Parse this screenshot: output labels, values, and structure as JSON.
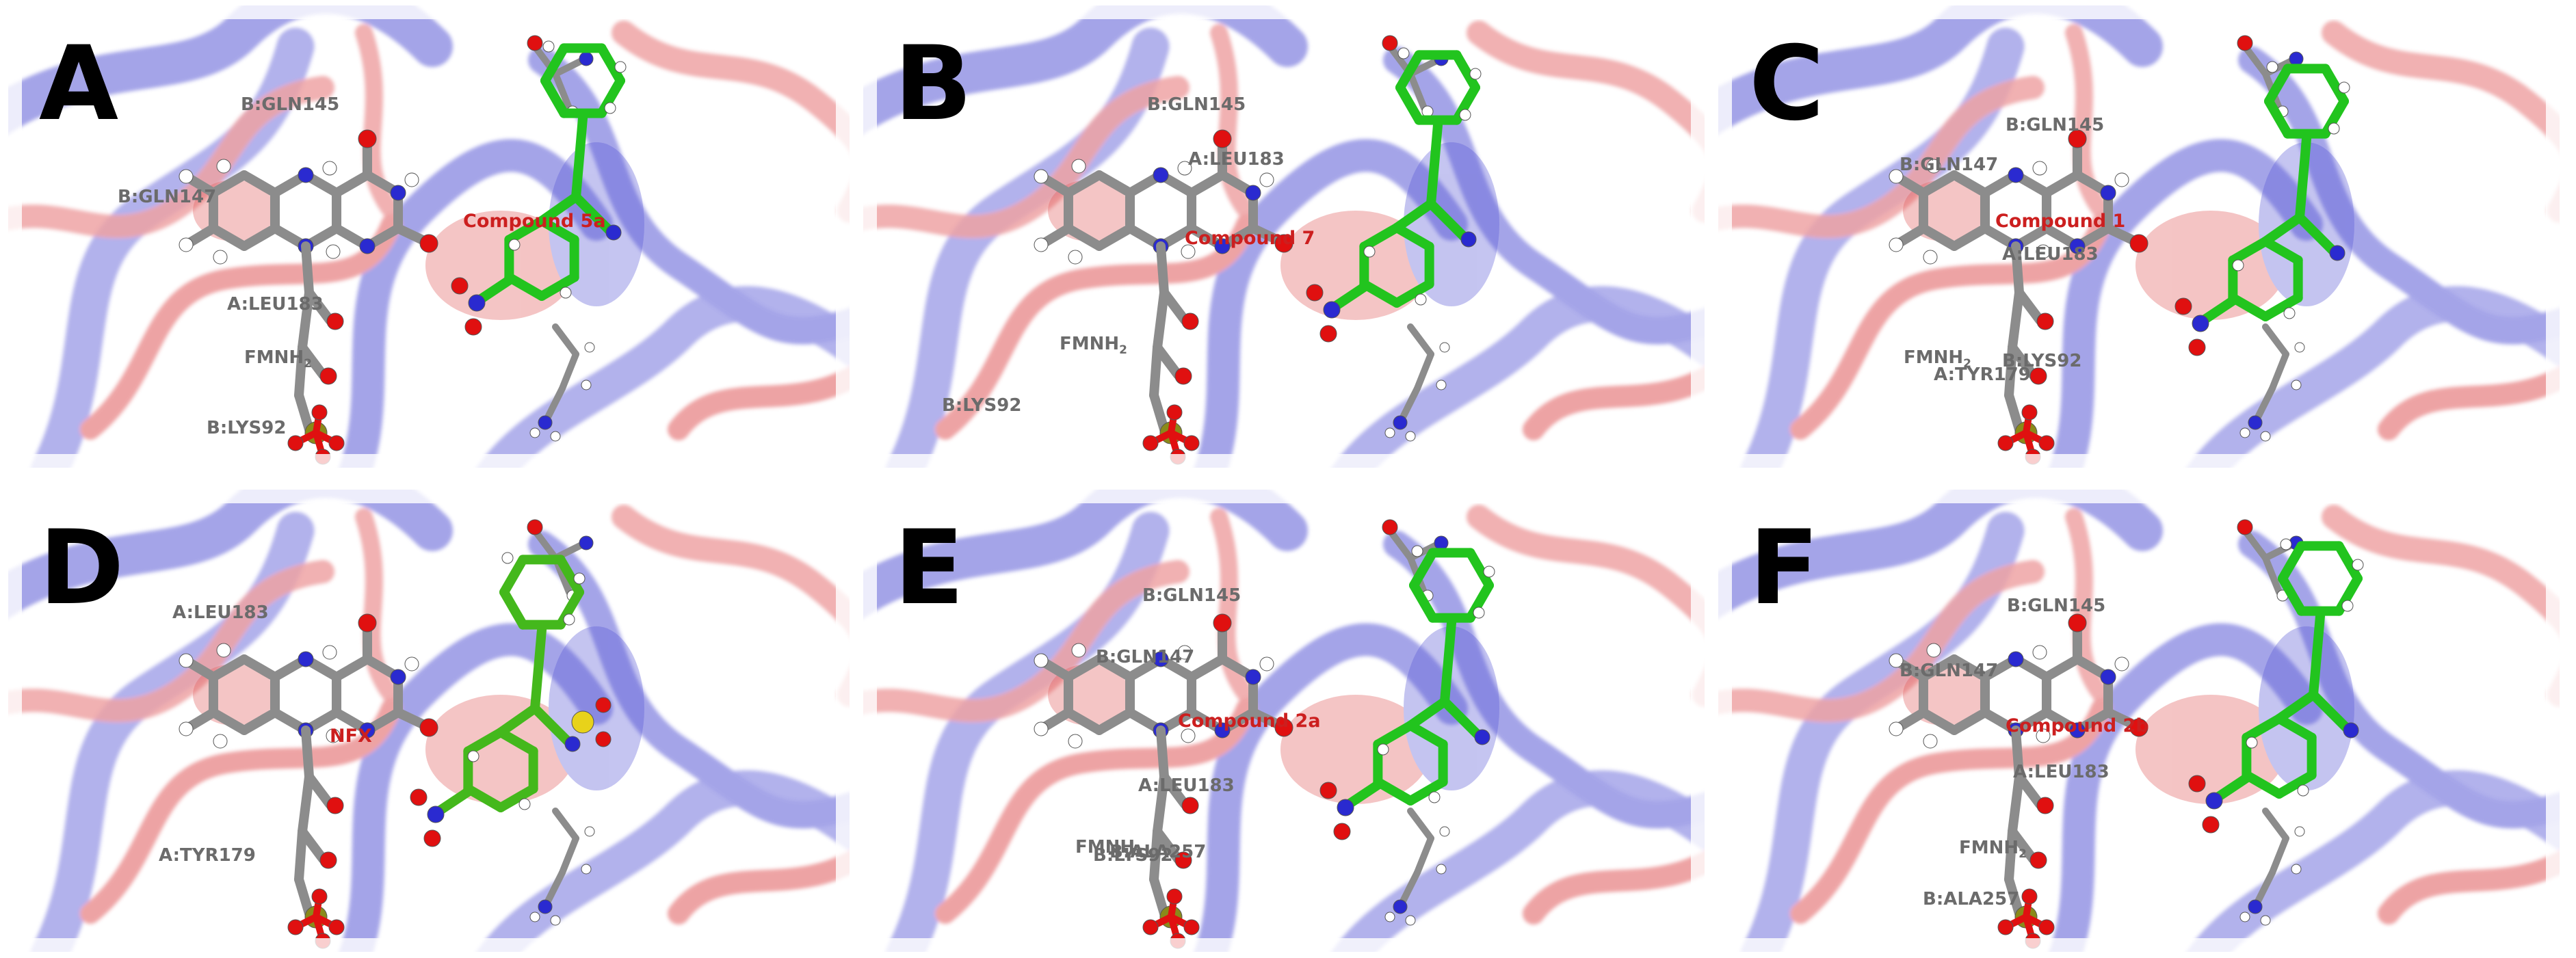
{
  "figure": {
    "panels": [
      {
        "letter": "A",
        "labels": [
          {
            "text": "B:GLN145",
            "kind": "residue"
          },
          {
            "text": "B:GLN147",
            "kind": "residue"
          },
          {
            "text": "Compound 5a",
            "kind": "compound"
          },
          {
            "text": "A:LEU183",
            "kind": "residue"
          },
          {
            "text": "FMNH2",
            "kind": "cofactor"
          },
          {
            "text": "B:LYS92",
            "kind": "residue"
          }
        ]
      },
      {
        "letter": "B",
        "labels": [
          {
            "text": "B:GLN145",
            "kind": "residue"
          },
          {
            "text": "A:LEU183",
            "kind": "residue"
          },
          {
            "text": "Compound 7",
            "kind": "compound"
          },
          {
            "text": "FMNH2",
            "kind": "cofactor"
          },
          {
            "text": "B:LYS92",
            "kind": "residue"
          }
        ]
      },
      {
        "letter": "C",
        "labels": [
          {
            "text": "B:GLN145",
            "kind": "residue"
          },
          {
            "text": "B:GLN147",
            "kind": "residue"
          },
          {
            "text": "Compound 1",
            "kind": "compound"
          },
          {
            "text": "A:LEU183",
            "kind": "residue"
          },
          {
            "text": "FMNH2",
            "kind": "cofactor"
          },
          {
            "text": "B:LYS92",
            "kind": "residue"
          },
          {
            "text": "A:TYR179",
            "kind": "residue"
          }
        ]
      },
      {
        "letter": "D",
        "labels": [
          {
            "text": "A:LEU183",
            "kind": "residue"
          },
          {
            "text": "NFX",
            "kind": "compound"
          },
          {
            "text": "A:TYR179",
            "kind": "residue"
          }
        ]
      },
      {
        "letter": "E",
        "labels": [
          {
            "text": "B:GLN145",
            "kind": "residue"
          },
          {
            "text": "B:GLN147",
            "kind": "residue"
          },
          {
            "text": "Compound 2a",
            "kind": "compound"
          },
          {
            "text": "A:LEU183",
            "kind": "residue"
          },
          {
            "text": "FMNH2",
            "kind": "cofactor"
          },
          {
            "text": "B:ALA257",
            "kind": "residue"
          },
          {
            "text": "B:LYS92",
            "kind": "residue"
          }
        ]
      },
      {
        "letter": "F",
        "labels": [
          {
            "text": "B:GLN145",
            "kind": "residue"
          },
          {
            "text": "B:GLN147",
            "kind": "residue"
          },
          {
            "text": "Compound 2b",
            "kind": "compound"
          },
          {
            "text": "A:LEU183",
            "kind": "residue"
          },
          {
            "text": "FMNH2",
            "kind": "cofactor"
          },
          {
            "text": "B:ALA257",
            "kind": "residue"
          }
        ]
      }
    ],
    "colors": {
      "ribbon_blue": "#5a5ad6",
      "ribbon_red": "#e0585a",
      "carbon_grey": "#8c8c8c",
      "ligand_green": "#22c41e",
      "oxygen_red": "#e01010",
      "nitrogen_blue": "#2a2ad0",
      "hydrogen_white": "#ffffff",
      "phosphorus_olive": "#8a8a1a",
      "label_grey": "#6b6b6b",
      "label_red": "#cc1f1f"
    }
  }
}
